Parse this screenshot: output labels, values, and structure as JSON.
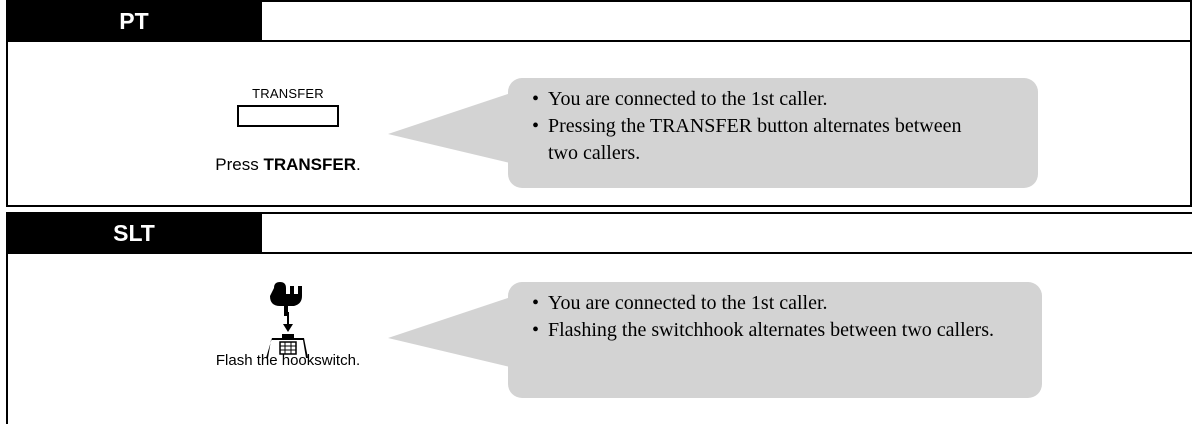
{
  "pt": {
    "title": "PT",
    "button_caption": "TRANSFER",
    "instruction_prefix": "Press ",
    "instruction_bold": "TRANSFER",
    "instruction_suffix": ".",
    "bullets": [
      "You are connected to the 1st caller.",
      "Pressing the TRANSFER button alternates between two callers."
    ]
  },
  "slt": {
    "title": "SLT",
    "icon": "hookswitch-flash-icon",
    "instruction": "Flash the hookswitch.",
    "bullets": [
      "You are connected to the 1st caller.",
      "Flashing the switchhook alternates between two callers."
    ]
  },
  "colors": {
    "header_bg": "#000000",
    "bubble_bg": "#d3d3d3"
  }
}
